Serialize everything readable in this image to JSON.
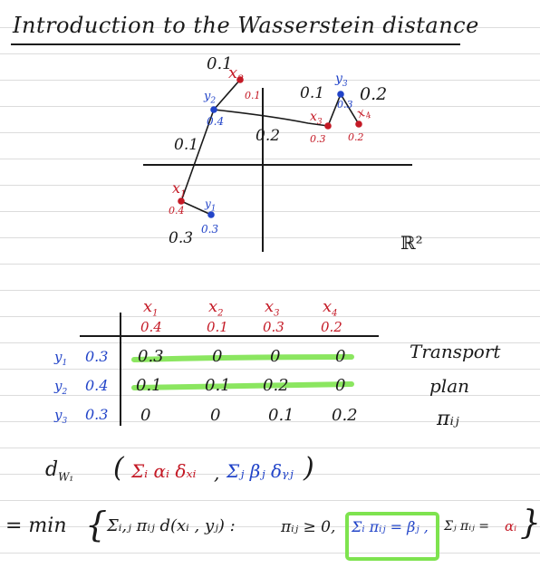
{
  "title": "Introduction to the Wasserstein distance",
  "diagram": {
    "points": [
      {
        "name": "x1",
        "label": "x",
        "sub": "1",
        "color": "#c41a26",
        "mass": "0.4"
      },
      {
        "name": "x2",
        "label": "x",
        "sub": "2",
        "color": "#c41a26",
        "mass": "0.1"
      },
      {
        "name": "x3",
        "label": "x",
        "sub": "3",
        "color": "#c41a26",
        "mass": "0.3"
      },
      {
        "name": "x4",
        "label": "x",
        "sub": "4",
        "color": "#c41a26",
        "mass": "0.2"
      },
      {
        "name": "y1",
        "label": "y",
        "sub": "1",
        "color": "#2244c8",
        "mass": "0.3"
      },
      {
        "name": "y2",
        "label": "y",
        "sub": "2",
        "color": "#2244c8",
        "mass": "0.4"
      },
      {
        "name": "y3",
        "label": "y",
        "sub": "3",
        "color": "#2244c8",
        "mass": "0.3"
      }
    ],
    "flows": [
      "0.1",
      "0.3",
      "0.1",
      "0.2",
      "0.1",
      "0.2"
    ],
    "space_label": "ℝ²"
  },
  "table": {
    "col_labels": [
      "x",
      "x",
      "x",
      "x"
    ],
    "col_subs": [
      "1",
      "2",
      "3",
      "4"
    ],
    "col_masses": [
      "0.4",
      "0.1",
      "0.3",
      "0.2"
    ],
    "rows": [
      {
        "label": "y",
        "sub": "1",
        "mass": "0.3",
        "cells": [
          "0.3",
          "0",
          "0",
          "0"
        ]
      },
      {
        "label": "y",
        "sub": "2",
        "mass": "0.4",
        "cells": [
          "0.1",
          "0.1",
          "0.2",
          "0"
        ]
      },
      {
        "label": "y",
        "sub": "3",
        "mass": "0.3",
        "cells": [
          "0",
          "0",
          "0.1",
          "0.2"
        ]
      }
    ],
    "side_note": [
      "Transport",
      "plan",
      "πᵢⱼ"
    ]
  },
  "formula": {
    "line1": {
      "d": "d",
      "d_sub": "W₁",
      "open": "(",
      "sum1": "Σᵢ αᵢ δₓᵢ",
      "comma": ",",
      "sum2": "Σⱼ βⱼ δᵧⱼ",
      "close": ")"
    },
    "line2": {
      "eq": "= min",
      "brace_open": "{",
      "objective": "Σᵢ,ⱼ πᵢⱼ d(xᵢ , yⱼ) :",
      "nonneg": "πᵢⱼ ≥ 0,",
      "constraint_boxed": "Σᵢ πᵢⱼ = βⱼ ,",
      "constraint2_a": "Σⱼ πᵢⱼ =",
      "constraint2_b": "αᵢ",
      "brace_close": "}"
    }
  },
  "colors": {
    "ink": "#1a1a1a",
    "red": "#c41a26",
    "blue": "#2244c8",
    "green_highlight": "#7ee34f",
    "ruled_line": "#dcdcdc"
  }
}
